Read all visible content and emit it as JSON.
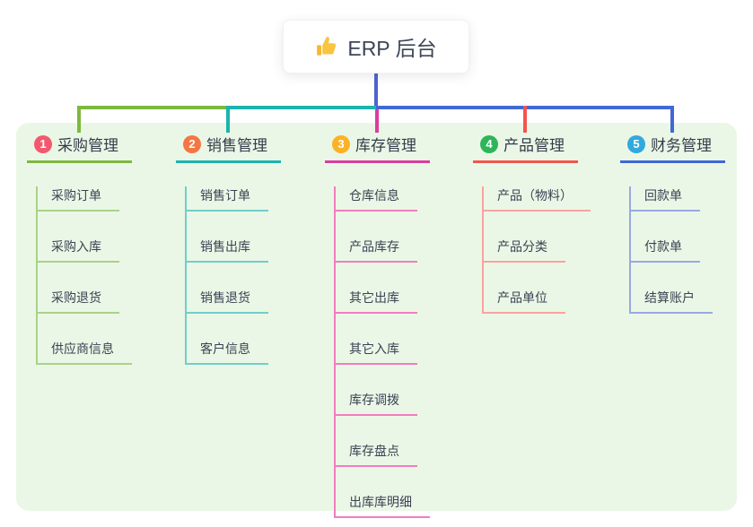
{
  "root": {
    "label": "ERP 后台",
    "icon": "thumbs-up-icon",
    "icon_color": "#f7b733"
  },
  "colors": {
    "stem": "#4f63ce",
    "panel_bg": "#ebf7e6"
  },
  "branches": [
    {
      "number": "1",
      "label": "采购管理",
      "badge_color": "#f4586e",
      "line_color": "#7cb93d",
      "child_line_color": "#a9d289",
      "children": [
        {
          "label": "采购订单"
        },
        {
          "label": "采购入库"
        },
        {
          "label": "采购退货"
        },
        {
          "label": "供应商信息"
        }
      ]
    },
    {
      "number": "2",
      "label": "销售管理",
      "badge_color": "#f57642",
      "line_color": "#1bb4ae",
      "child_line_color": "#6fcfc9",
      "children": [
        {
          "label": "销售订单"
        },
        {
          "label": "销售出库"
        },
        {
          "label": "销售退货"
        },
        {
          "label": "客户信息"
        }
      ]
    },
    {
      "number": "3",
      "label": "库存管理",
      "badge_color": "#fbb224",
      "line_color": "#da3d9e",
      "child_line_color": "#f17dc0",
      "children": [
        {
          "label": "仓库信息"
        },
        {
          "label": "产品库存"
        },
        {
          "label": "其它出库"
        },
        {
          "label": "其它入库"
        },
        {
          "label": "库存调拨"
        },
        {
          "label": "库存盘点"
        },
        {
          "label": "出库库明细"
        }
      ]
    },
    {
      "number": "4",
      "label": "产品管理",
      "badge_color": "#2eb55a",
      "line_color": "#f4544e",
      "child_line_color": "#f9a3a0",
      "children": [
        {
          "label": "产品（物料）"
        },
        {
          "label": "产品分类"
        },
        {
          "label": "产品单位"
        }
      ]
    },
    {
      "number": "5",
      "label": "财务管理",
      "badge_color": "#31a9dd",
      "line_color": "#4168d6",
      "child_line_color": "#97a9e2",
      "children": [
        {
          "label": "回款单"
        },
        {
          "label": "付款单"
        },
        {
          "label": "结算账户"
        }
      ]
    }
  ]
}
